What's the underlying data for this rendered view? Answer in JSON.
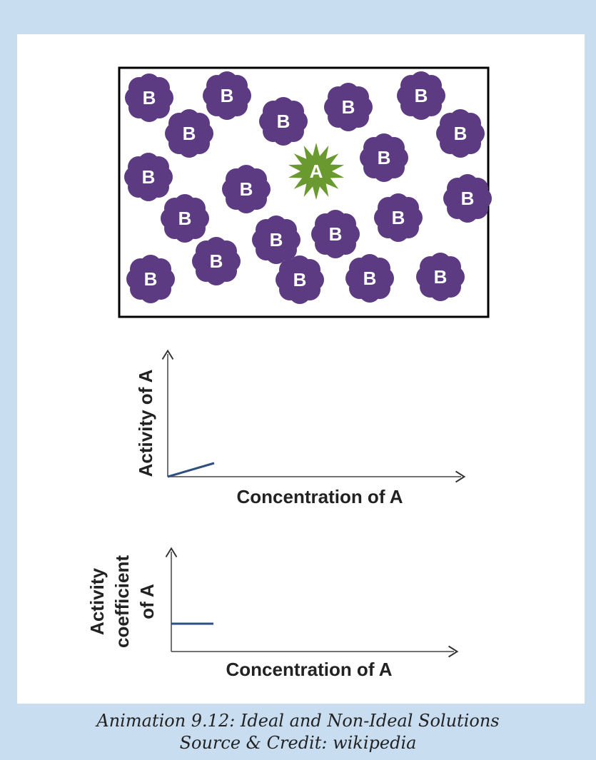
{
  "particles": {
    "solute_label": "A",
    "solvent_label": "B",
    "solute_color": "#6a9a2f",
    "solvent_color": "#5c3b83"
  },
  "graph1": {
    "ylabel": "Activity of A",
    "xlabel": "Concentration of A"
  },
  "graph2": {
    "ylabel_line1": "Activity",
    "ylabel_line2": "coefficient",
    "ylabel_line3": "of A",
    "xlabel": "Concentration of A"
  },
  "caption": {
    "title": "Animation 9.12: Ideal and Non-Ideal Solutions",
    "credit": "Source & Credit: wikipedia"
  }
}
